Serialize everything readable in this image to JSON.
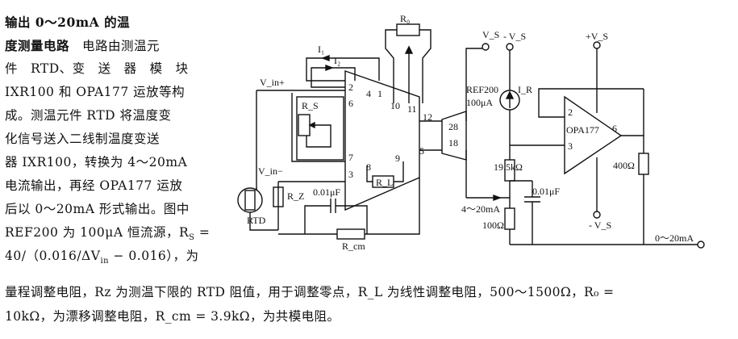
{
  "description": {
    "lines": [
      {
        "parts": [
          {
            "text": "输出 0～20mA 的温",
            "bold": true
          }
        ]
      },
      {
        "parts": [
          {
            "text": "度测量电路",
            "bold": true
          },
          {
            "text": "　电路由测温元",
            "bold": false
          }
        ]
      },
      {
        "parts": [
          {
            "text": "件　RTD、变　送　器　模　块",
            "bold": false
          }
        ]
      },
      {
        "parts": [
          {
            "text": "IXR100 和 OPA177 运放等构",
            "bold": false
          }
        ]
      },
      {
        "parts": [
          {
            "text": "成。测温元件 RTD 将温度变",
            "bold": false
          }
        ]
      },
      {
        "parts": [
          {
            "text": "化信号送入二线制温度变送",
            "bold": false
          }
        ]
      },
      {
        "parts": [
          {
            "text": "器 IXR100，转换为 4～20mA",
            "bold": false
          }
        ]
      },
      {
        "parts": [
          {
            "text": "电流输出，再经 OPA177 运放",
            "bold": false
          }
        ]
      },
      {
        "parts": [
          {
            "text": "后以 0～20mA 形式输出。图中",
            "bold": false
          }
        ]
      },
      {
        "parts": [
          {
            "text": "REF200 为 100μA 恒流源，R",
            "bold": false
          },
          {
            "text": "S",
            "sub": true
          },
          {
            "text": " =",
            "bold": false
          }
        ]
      },
      {
        "parts": [
          {
            "text": "40/（0.016/ΔV",
            "bold": false
          },
          {
            "text": "in",
            "sub": true
          },
          {
            "text": " − 0.016），为",
            "bold": false
          }
        ]
      }
    ],
    "bottom_lines": [
      "量程调整电阻，Rz 为测温下限的 RTD 阻值，用于调整零点，R_L 为线性调整电阻，500～1500Ω，R₀ =",
      "10kΩ，为漂移调整电阻，R_cm = 3.9kΩ，为共模电阻。"
    ]
  },
  "schematic": {
    "labels": {
      "I1": "I₁",
      "I2": "I₂",
      "Vin_plus": "V_in+",
      "Vin_minus": "V_in−",
      "Rs": "R_S",
      "Rz": "R_Z",
      "RTD": "RTD",
      "C1": "0.01μF",
      "Rcm": "R_cm",
      "RL": "R_L",
      "R0": "R₀",
      "pin2": "2",
      "pin4": "4",
      "pin1": "1",
      "pin10": "10",
      "pin11": "11",
      "pin12": "12",
      "pin6": "6",
      "pin7": "7",
      "pin3": "3",
      "pin8": "8",
      "pin9": "9",
      "pin5": "5",
      "pin28": "28",
      "pin18": "18",
      "Vs_top": "V_S",
      "minus_Vs": "- V_S",
      "REF200": "REF200",
      "current": "100μA",
      "IR": "I_R",
      "R195": "19.5kΩ",
      "C2": "0.01μF",
      "out420": "4～20mA",
      "R100": "100Ω",
      "plus_Vs": "+V_S",
      "OPA177": "OPA177",
      "opa_in2": "2",
      "opa_in3": "3",
      "opa_out6": "6",
      "R400": "400Ω",
      "minus_Vs2": "- V_S",
      "out020": "0～20mA"
    }
  }
}
